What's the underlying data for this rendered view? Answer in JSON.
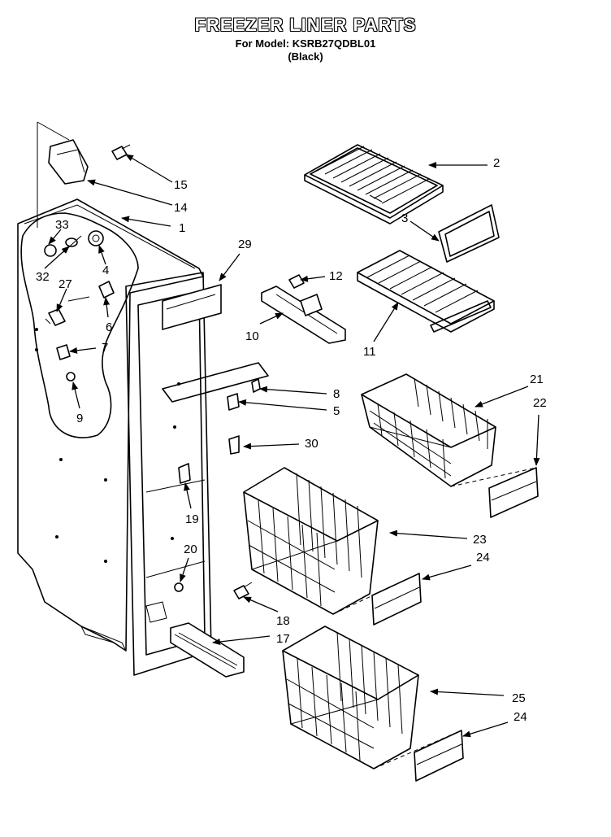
{
  "header": {
    "title": "FREEZER LINER PARTS",
    "model": "For Model: KSRB27QDBL01",
    "color": "(Black)"
  },
  "labels": {
    "n1": "1",
    "n2": "2",
    "n3": "3",
    "n4": "4",
    "n5": "5",
    "n6": "6",
    "n7": "7",
    "n8": "8",
    "n9": "9",
    "n10": "10",
    "n11": "11",
    "n12": "12",
    "n14": "14",
    "n15": "15",
    "n17": "17",
    "n18": "18",
    "n19": "19",
    "n20": "20",
    "n21": "21",
    "n22": "22",
    "n23": "23",
    "n24a": "24",
    "n24b": "24",
    "n25": "25",
    "n27": "27",
    "n29": "29",
    "n30": "30",
    "n32": "32",
    "n33": "33"
  }
}
